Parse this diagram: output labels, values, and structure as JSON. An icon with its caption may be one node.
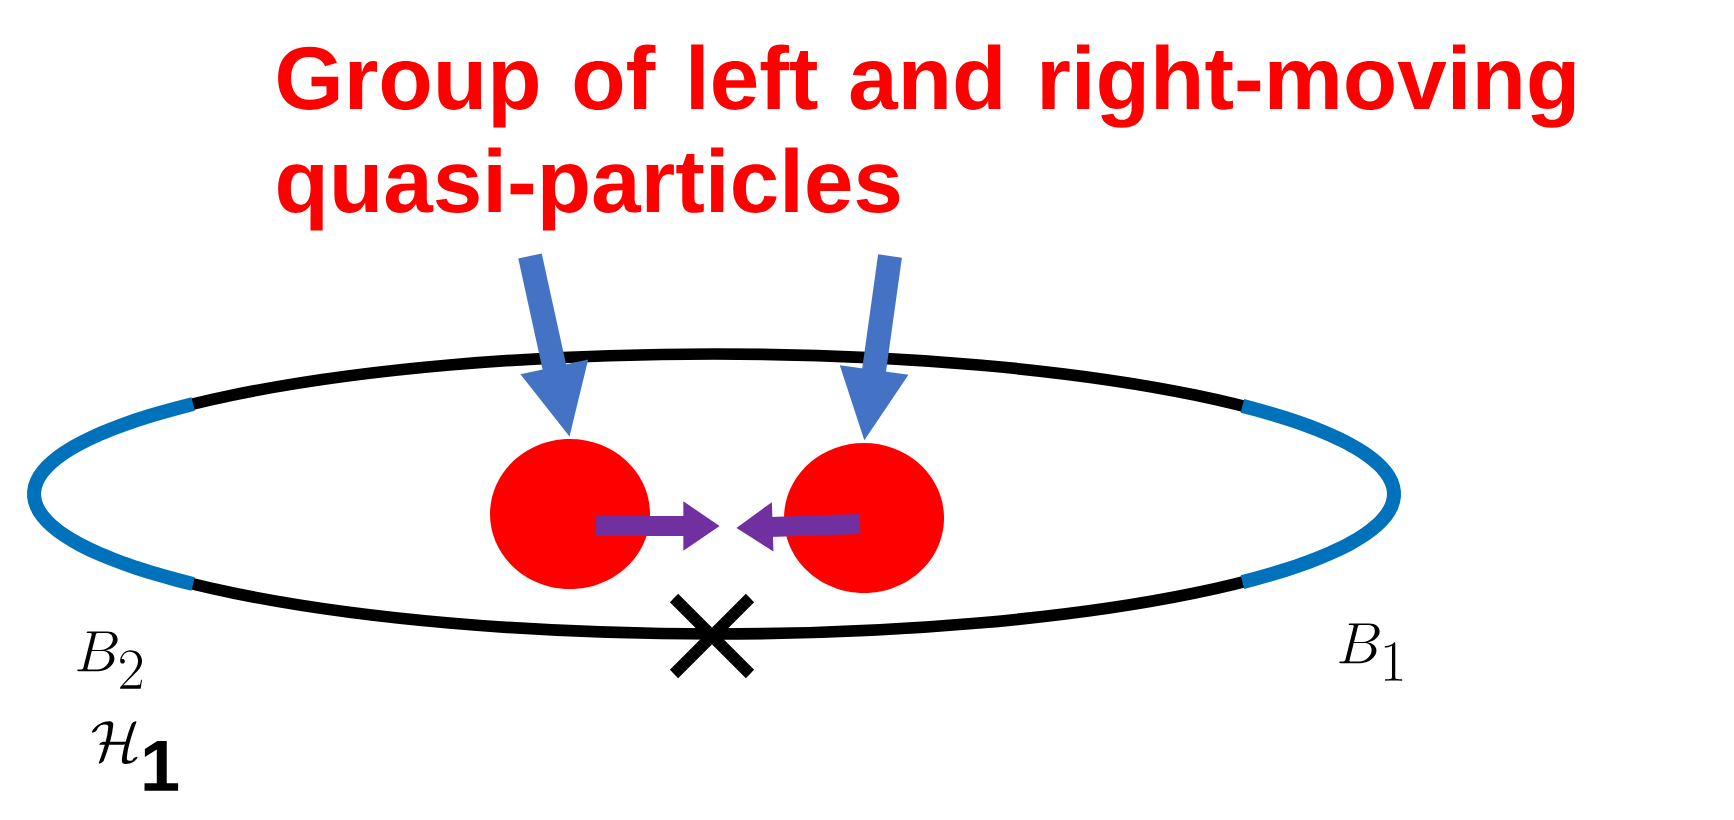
{
  "diagram": {
    "nodes": [
      {
        "text": [
          "Group of left and right-moving quasi-particles"
        ]
      },
      {
        "text": [],
        "shape": "circle"
      },
      {
        "text": [],
        "shape": "circle"
      }
    ],
    "edges": [
      {
        "from": 0,
        "to": 1,
        "arrow": "to"
      },
      {
        "from": 0,
        "to": 2,
        "arrow": "to"
      }
    ],
    "labels": [
      "B_2",
      "\\mathcal{H}_{\\mathbf{1}}",
      "B_1"
    ]
  }
}
